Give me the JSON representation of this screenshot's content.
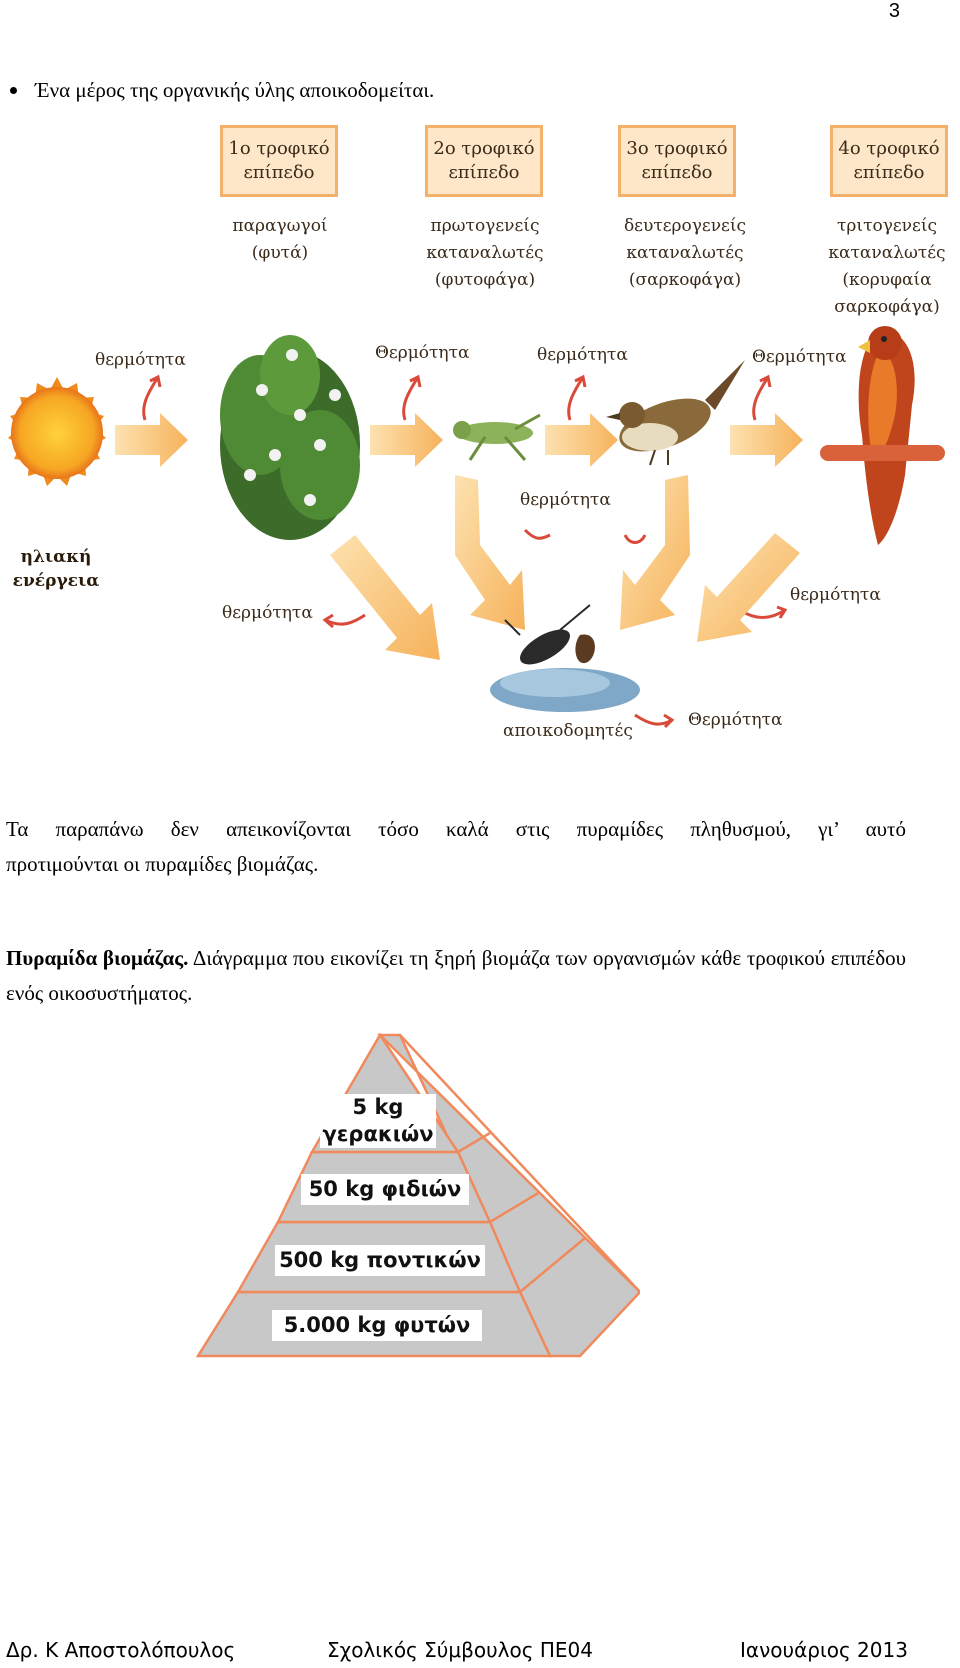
{
  "page_number": "3",
  "bullet_text": "Ένα μέρος της οργανικής ύλης αποικοδομείται.",
  "food_chain": {
    "levels": [
      {
        "title_line1": "1ο τροφικό",
        "title_line2": "επίπεδο",
        "desc": [
          "παραγωγοί",
          "(φυτά)"
        ]
      },
      {
        "title_line1": "2ο τροφικό",
        "title_line2": "επίπεδο",
        "desc": [
          "πρωτογενείς",
          "καταναλωτές",
          "(φυτοφάγα)"
        ]
      },
      {
        "title_line1": "3ο τροφικό",
        "title_line2": "επίπεδο",
        "desc": [
          "δευτερογενείς",
          "καταναλωτές",
          "(σαρκοφάγα)"
        ]
      },
      {
        "title_line1": "4ο τροφικό",
        "title_line2": "επίπεδο",
        "desc": [
          "τριτογενείς",
          "καταναλωτές",
          "(κορυφαία",
          "σαρκοφάγα)"
        ]
      }
    ],
    "sun_label": [
      "ηλιακή",
      "ενέργεια"
    ],
    "heat_label": "θερμότητα",
    "heat_label_caps": "Θερμότητα",
    "decomposers_label": "αποικοδομητές"
  },
  "paragraph1": "Τα παραπάνω δεν απεικονίζονται τόσο καλά στις πυραμίδες πληθυσμού, γι’ αυτό προτιμούνται οι πυραμίδες βιομάζας.",
  "paragraph2_bold": "Πυραμίδα βιομάζας.",
  "paragraph2_rest": " Διάγραμμα που εικονίζει τη ξηρή βιομάζα των οργανισμών κάθε τροφικού επιπέδου ενός οικοσυστήματος.",
  "pyramid": {
    "levels": [
      {
        "line1": "5 kg",
        "line2": "γερακιών"
      },
      {
        "line1": "50 kg φιδιών"
      },
      {
        "line1": "500 kg ποντικών"
      },
      {
        "line1": "5.000 kg φυτών"
      }
    ],
    "biomass_kg": [
      5,
      50,
      500,
      5000
    ],
    "fill_color": "#c8c8c8",
    "edge_color": "#f08a5c"
  },
  "footer": {
    "author": "Δρ. Κ Αποστολόπουλος",
    "role": "Σχολικός Σύμβουλος ΠΕ04",
    "date": "Ιανουάριος 2013"
  }
}
